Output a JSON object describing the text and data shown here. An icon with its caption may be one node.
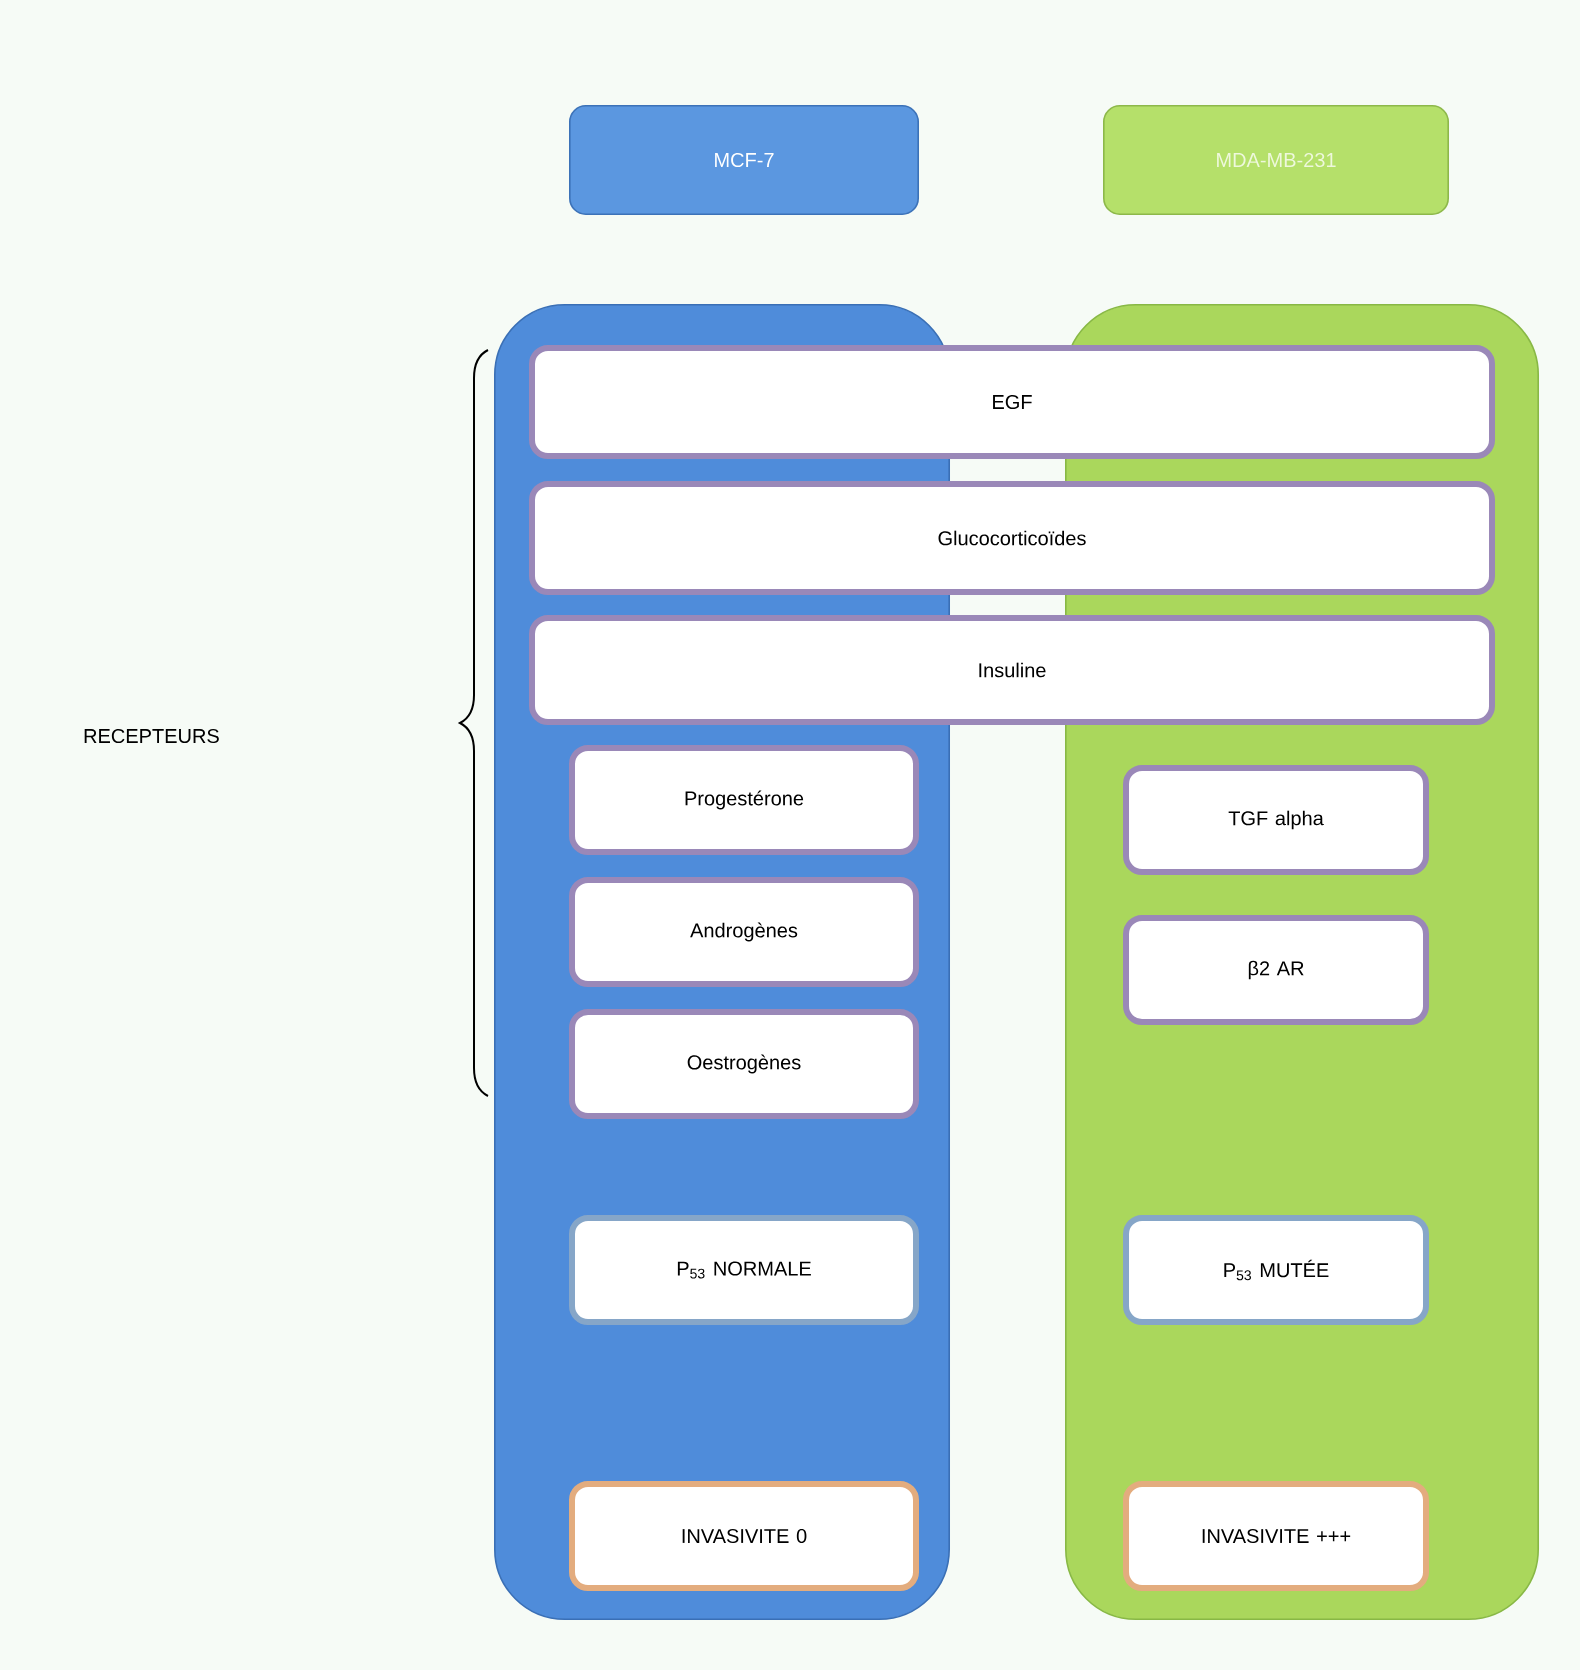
{
  "diagram": {
    "nodes": [
      {
        "text": [
          "MCF-7"
        ]
      },
      {
        "text": [
          "MDA-MB-231"
        ]
      },
      {
        "text": [],
        "shape": "box"
      },
      {
        "text": [],
        "shape": "box"
      },
      {
        "text": [
          "EGF"
        ]
      },
      {
        "text": [
          "Glucocorticoïdes"
        ]
      },
      {
        "text": [
          "Insuline"
        ]
      },
      {
        "text": [
          "Progestérone"
        ],
        "in": 2
      },
      {
        "text": [
          "TGF alpha"
        ],
        "in": 3
      },
      {
        "text": [
          "Androgènes"
        ],
        "in": 2
      },
      {
        "text": [
          "β2 AR"
        ],
        "in": 3
      },
      {
        "text": [
          "Oestrogènes"
        ],
        "in": 2
      },
      {
        "text": [
          "P$_{53}$ NORMALE"
        ],
        "in": 2
      },
      {
        "text": [
          "P$_{53}$ MUTÉE"
        ],
        "in": 3
      },
      {
        "text": [
          "INVASIVITE 0"
        ],
        "in": 2
      },
      {
        "text": [
          "INVASIVITE +++"
        ],
        "in": 3
      }
    ],
    "labels": [
      "RECEPTEURS"
    ]
  }
}
